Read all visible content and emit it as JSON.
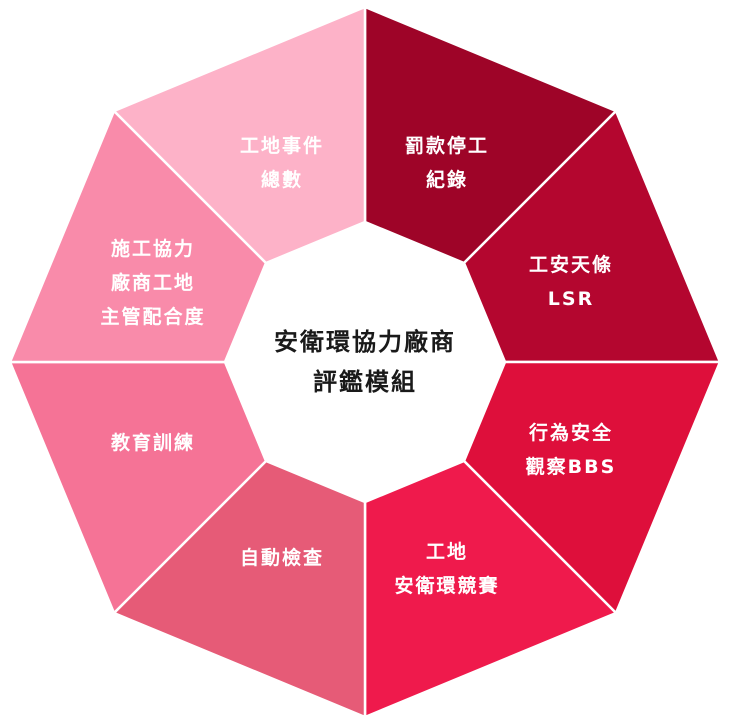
{
  "center": {
    "lines": [
      "安衛環協力廠商",
      "評鑑模組"
    ]
  },
  "segments": [
    {
      "id": "top-right",
      "lines": [
        "罰款停工",
        "紀錄"
      ],
      "color": "#9e0428",
      "text_color": "#ffffff"
    },
    {
      "id": "right-upper",
      "lines": [
        "工安天條",
        "LSR"
      ],
      "color": "#b4062f",
      "text_color": "#ffffff"
    },
    {
      "id": "right-lower",
      "lines": [
        "行為安全",
        "觀察BBS"
      ],
      "color": "#de0f3b",
      "text_color": "#ffffff"
    },
    {
      "id": "bottom-right",
      "lines": [
        "工地",
        "安衛環競賽"
      ],
      "color": "#ef1a4c",
      "text_color": "#ffffff"
    },
    {
      "id": "bottom-left",
      "lines": [
        "自動檢查"
      ],
      "color": "#e65b77",
      "text_color": "#ffffff"
    },
    {
      "id": "left-lower",
      "lines": [
        "教育訓練"
      ],
      "color": "#f57396",
      "text_color": "#ffffff"
    },
    {
      "id": "left-upper",
      "lines": [
        "施工協力",
        "廠商工地",
        "主管配合度"
      ],
      "color": "#f98baa",
      "text_color": "#ffffff"
    },
    {
      "id": "top-left",
      "lines": [
        "工地事件",
        "總數"
      ],
      "color": "#fdb2c8",
      "text_color": "#ffffff"
    }
  ]
}
